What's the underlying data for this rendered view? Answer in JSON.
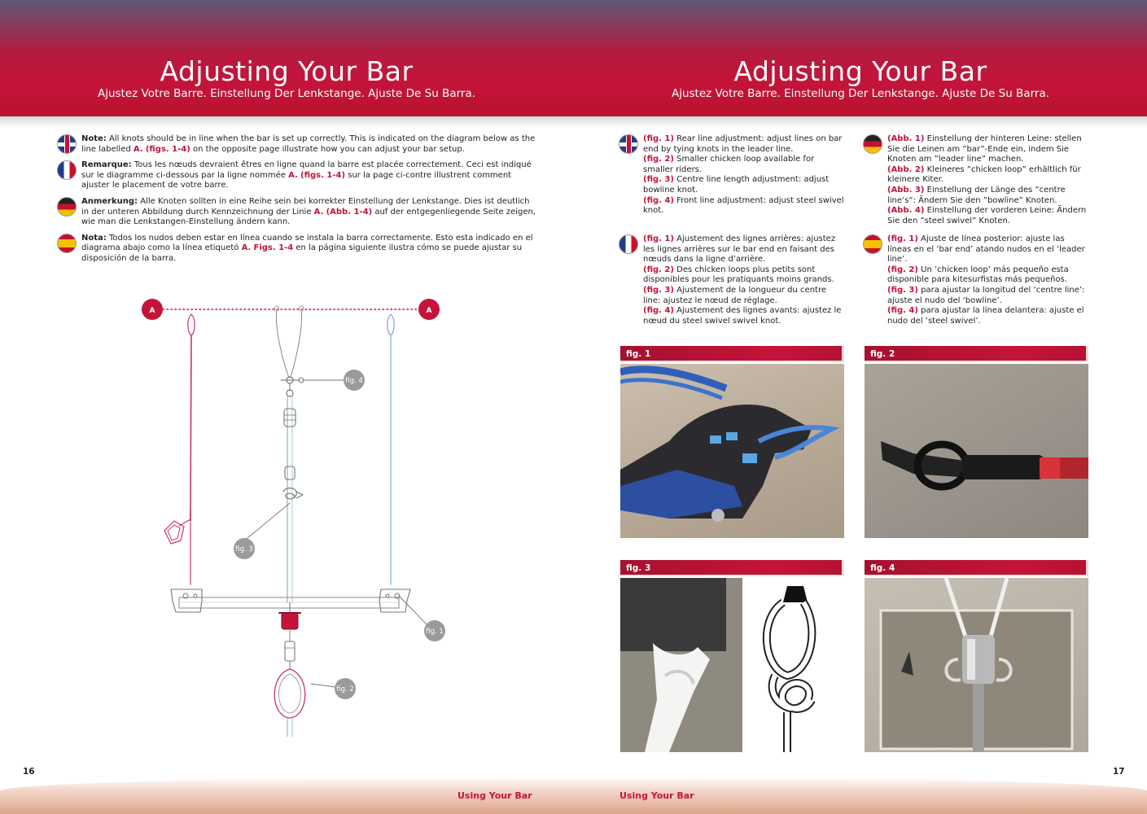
{
  "header": {
    "left": {
      "title": "Adjusting Your Bar",
      "subtitle": "Ajustez Votre Barre. Einstellung Der Lenkstange. Ajuste De Su Barra."
    },
    "right": {
      "title": "Adjusting Your Bar",
      "subtitle": "Ajustez Votre Barre. Einstellung Der Lenkstange. Ajuste De Su Barra."
    }
  },
  "notes": {
    "en": {
      "label": "Note:",
      "t1": "All knots should be in line when the bar is set up correctly. This is indicated on the diagram below as the line labelled",
      "a": "A.",
      "figs": "(figs. 1-4)",
      "t2": "on the opposite page illustrate how you can adjust your bar setup."
    },
    "fr": {
      "label": "Remarque:",
      "t1": "Tous les nœuds devraient êtres en ligne quand la barre est placée correctement. Ceci est indiqué sur le diagramme ci-dessous par la ligne nommée",
      "a": "A.",
      "figs": "(figs. 1-4)",
      "t2": "sur la page ci-contre illustrent comment ajuster le placement de votre barre."
    },
    "de": {
      "label": "Anmerkung:",
      "t1": "Alle Knoten sollten in eine Reihe sein bei korrekter Einstellung der Lenkstange. Dies ist deutlich in der unteren Abbildung durch Kennzeichnung der Linie",
      "a": "A.",
      "figs": "(Abb. 1-4)",
      "t2": "auf der entgegenliegende Seite zeigen, wie man die Lenkstangen-Einstellung ändern kann."
    },
    "es": {
      "label": "Nota:",
      "t1": "Todos los nudos deben estar en línea cuando se instala la barra correctamente. Esto esta indicado en el diagrama abajo como la línea etiquetó",
      "a": "A.",
      "figs": "Figs. 1-4",
      "t2": "en la página siguiente ilustra cómo se puede ajustar su disposición de la barra."
    }
  },
  "diagram": {
    "marker_a": "A",
    "fig1": "fig. 1",
    "fig2": "fig. 2",
    "fig3": "fig. 3",
    "fig4": "fig. 4"
  },
  "instructions": {
    "en": [
      {
        "tag": "(fig. 1)",
        "text": "Rear line adjustment: adjust lines on bar end by tying knots in the leader line."
      },
      {
        "tag": "(fig. 2)",
        "text": "Smaller chicken loop available for smaller riders."
      },
      {
        "tag": "(fig. 3)",
        "text": "Centre line length adjustment: adjust bowline knot."
      },
      {
        "tag": "(fig. 4)",
        "text": "Front line adjustment: adjust steel swivel knot."
      }
    ],
    "de": [
      {
        "tag": "(Abb. 1)",
        "text": "Einstellung der hinteren Leine: stellen Sie die Leinen am ”bar”-Ende ein, indem Sie Knoten am ”leader line” machen."
      },
      {
        "tag": "(Abb. 2)",
        "text": "Kleineres ”chicken loop” erhältlich für kleinere Kiter."
      },
      {
        "tag": "(Abb. 3)",
        "text": "Einstellung der Länge des ”centre line’s”: Ändern Sie den ”bowline” Knoten."
      },
      {
        "tag": "(Abb. 4)",
        "text": "Einstellung der vorderen Leine: Ändern Sie den ”steel swivel” Knoten."
      }
    ],
    "fr": [
      {
        "tag": "(fig. 1)",
        "text": "Ajustement des lignes arrières: ajustez les lignes arrières sur le bar end en faisant des nœuds dans la ligne d’arrière."
      },
      {
        "tag": "(fig. 2)",
        "text": "Des chicken loops plus petits sont disponibles pour les pratiquants moins grands."
      },
      {
        "tag": "(fig. 3)",
        "text": "Ajustement de la longueur du centre line: ajustez le nœud de réglage."
      },
      {
        "tag": "(fig. 4)",
        "text": "Ajustement des lignes avants: ajustez le nœud du steel swivel swivel knot."
      }
    ],
    "es": [
      {
        "tag": "(fig. 1)",
        "text": "Ajuste de línea posterior: ajuste las líneas en el ‘bar end’ atando nudos en el ‘leader line’."
      },
      {
        "tag": "(fig. 2)",
        "text": "Un ‘chicken loop’ más pequeño esta disponible para kitesurfistas más pequeños."
      },
      {
        "tag": "(fig. 3)",
        "text": "para ajustar la longitud del ‘centre line’: ajuste el nudo del ‘bowline’."
      },
      {
        "tag": "(fig. 4)",
        "text": "para ajustar la línea delantera: ajuste el nudo del ‘steel swivel’."
      }
    ]
  },
  "photos": {
    "fig1": "fig. 1",
    "fig2": "fig. 2",
    "fig3": "fig. 3",
    "fig4": "fig. 4"
  },
  "footer": {
    "page_left": "16",
    "page_right": "17",
    "section_left": "Using Your Bar",
    "section_right": "Using Your Bar"
  },
  "colors": {
    "accent": "#c4143a",
    "rear_line": "#c8336b",
    "front_line": "#9cc0e0",
    "center_line": "#7fb98a"
  }
}
